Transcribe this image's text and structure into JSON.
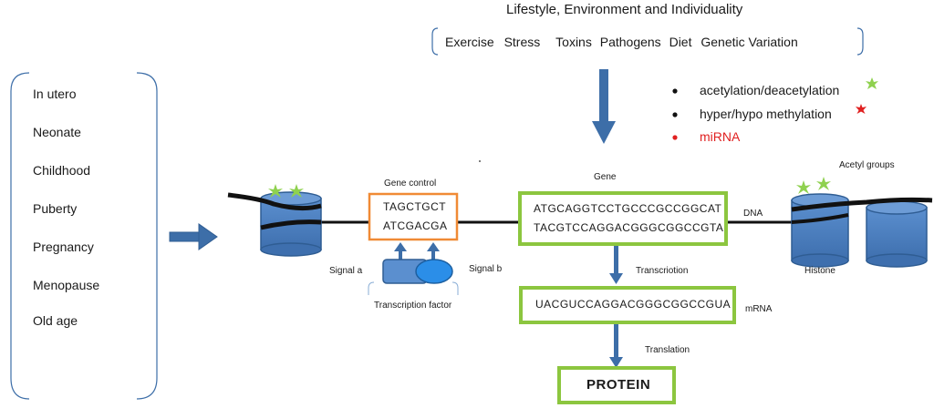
{
  "top": {
    "title": "Lifestyle, Environment and Individuality",
    "factors": [
      "Exercise",
      "Stress",
      "Toxins",
      "Pathogens",
      "Diet",
      "Genetic Variation"
    ]
  },
  "legend": [
    {
      "label": "acetylation/deacetylation",
      "color": "#1a1a1a",
      "star": "#8fd14f"
    },
    {
      "label": "hyper/hypo methylation",
      "color": "#1a1a1a",
      "star": "#e02020"
    },
    {
      "label": "miRNA",
      "color": "#e02020"
    }
  ],
  "life_stages": [
    "In utero",
    "Neonate",
    "Childhood",
    "Puberty",
    "Pregnancy",
    "Menopause",
    "Old age"
  ],
  "gene_control": {
    "title": "Gene control",
    "seq1": "TAGCTGCT",
    "seq2": "ATCGACGA",
    "border": "#f08a35"
  },
  "signals": {
    "a": "Signal a",
    "b": "Signal b",
    "tf": "Transcription factor"
  },
  "gene": {
    "title": "Gene",
    "seq1": "ATGCAGGTCCTGCCCGCCGGCAT",
    "seq2": "TACGTCCAGGACGGGCGGCCGTA"
  },
  "dna_label": "DNA",
  "acetyl_label": "Acetyl groups",
  "histone_label": "Histone",
  "transcription_label": "Transcriotion",
  "mrna": {
    "seq": "UACGUCCAGGACGGGCGGCCGUA",
    "label": "mRNA"
  },
  "translation_label": "Translation",
  "protein_label": "PROTEIN",
  "colors": {
    "box_green": "#8cc63f",
    "arrow_blue": "#3d6ea8",
    "histone_blue": "#4a7ebb",
    "histone_dark": "#2f5d93"
  }
}
